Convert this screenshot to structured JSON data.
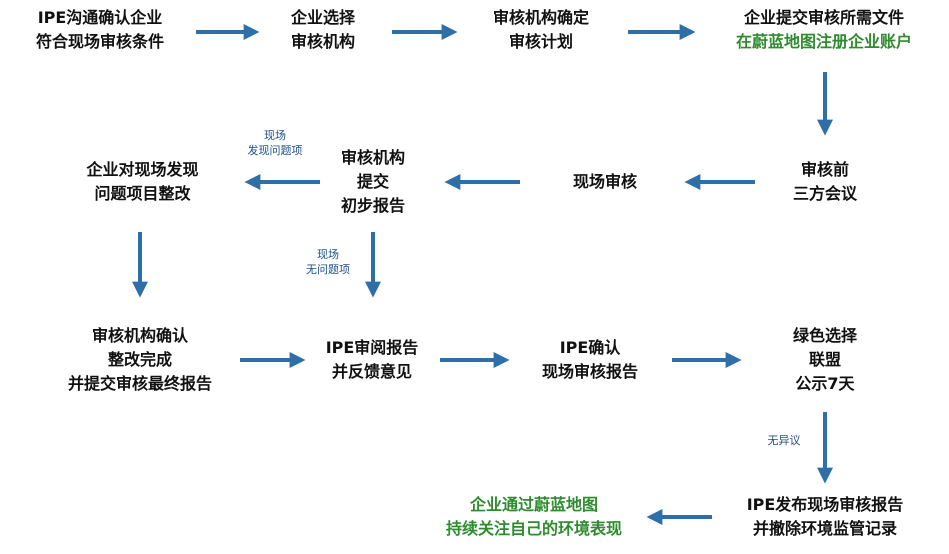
{
  "nodes": {
    "n1": [
      "IPE沟通确认企业",
      "符合现场审核条件"
    ],
    "n2": [
      "企业选择",
      "审核机构"
    ],
    "n3": [
      "审核机构确定",
      "审核计划"
    ],
    "n4": [
      "企业提交审核所需文件",
      "在蔚蓝地图注册企业账户"
    ],
    "n5": [
      "审核前",
      "三方会议"
    ],
    "n6": [
      "现场审核"
    ],
    "n7": [
      "审核机构",
      "提交",
      "初步报告"
    ],
    "n8": [
      "企业对现场发现",
      "问题项目整改"
    ],
    "n9": [
      "审核机构确认",
      "整改完成",
      "并提交审核最终报告"
    ],
    "n10": [
      "IPE审阅报告",
      "并反馈意见"
    ],
    "n11": [
      "IPE确认",
      "现场审核报告"
    ],
    "n12": [
      "绿色选择",
      "联盟",
      "公示7天"
    ],
    "n13": [
      "IPE发布现场审核报告",
      "并撤除环境监管记录"
    ],
    "n14": [
      "企业通过蔚蓝地图",
      "持续关注自己的环境表现"
    ]
  },
  "edge_labels": {
    "issues_found": [
      "现场",
      "发现问题项"
    ],
    "no_issues": [
      "现场",
      "无问题项"
    ],
    "no_objection": [
      "无异议"
    ]
  },
  "colors": {
    "arrow": "#2f6fa8",
    "text": "#111111",
    "highlight": "#2e8b2e",
    "edge_label": "#1f4f8a"
  }
}
